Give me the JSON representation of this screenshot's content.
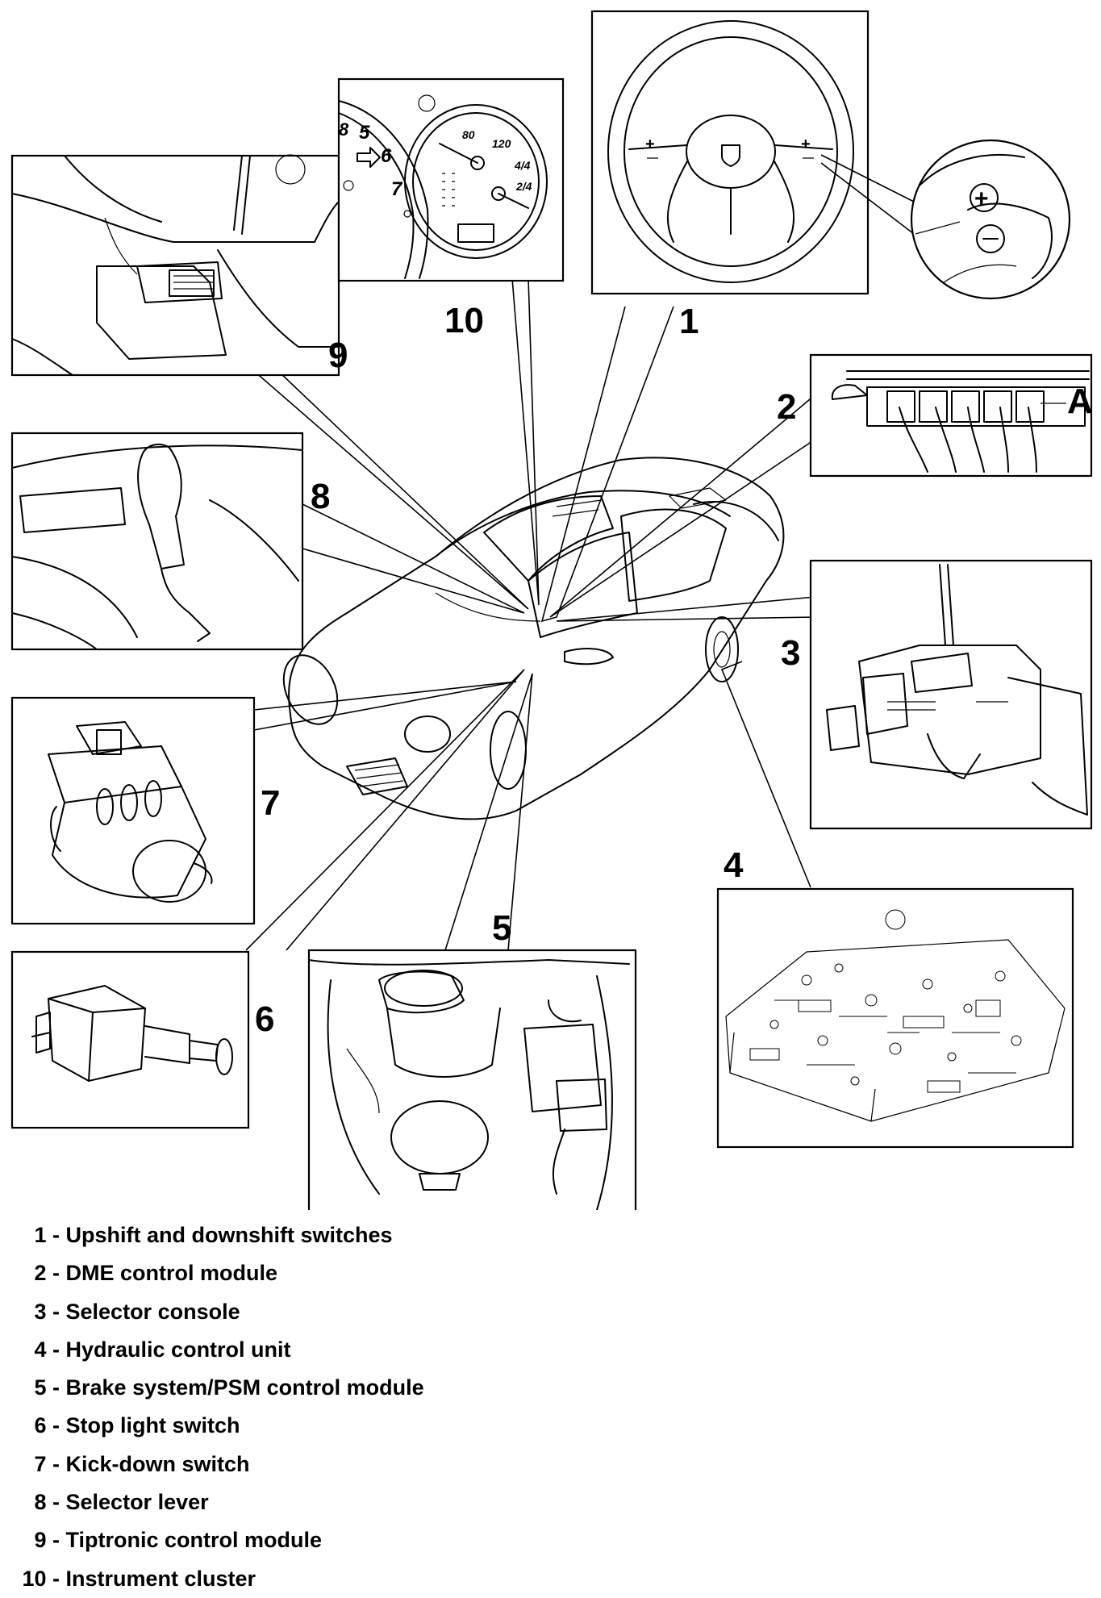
{
  "callouts": [
    "1",
    "2",
    "3",
    "4",
    "5",
    "6",
    "7",
    "8",
    "9",
    "10"
  ],
  "detail_label_a": "A",
  "gauge_marks": {
    "tach": [
      "8",
      "5",
      "6",
      "7"
    ],
    "speedo": [
      "80",
      "120",
      "4/4",
      "2/4"
    ]
  },
  "legend": [
    {
      "num": "1 -",
      "text": "Upshift and downshift switches"
    },
    {
      "num": "2 -",
      "text": "DME control module"
    },
    {
      "num": "3 -",
      "text": "Selector console"
    },
    {
      "num": "4 -",
      "text": "Hydraulic control unit"
    },
    {
      "num": "5 -",
      "text": "Brake system/PSM control module"
    },
    {
      "num": "6 -",
      "text": "Stop light switch"
    },
    {
      "num": "7 -",
      "text": "Kick-down switch"
    },
    {
      "num": "8 -",
      "text": "Selector lever"
    },
    {
      "num": "9 -",
      "text": "Tiptronic control module"
    },
    {
      "num": "10 -",
      "text": "Instrument cluster"
    }
  ]
}
